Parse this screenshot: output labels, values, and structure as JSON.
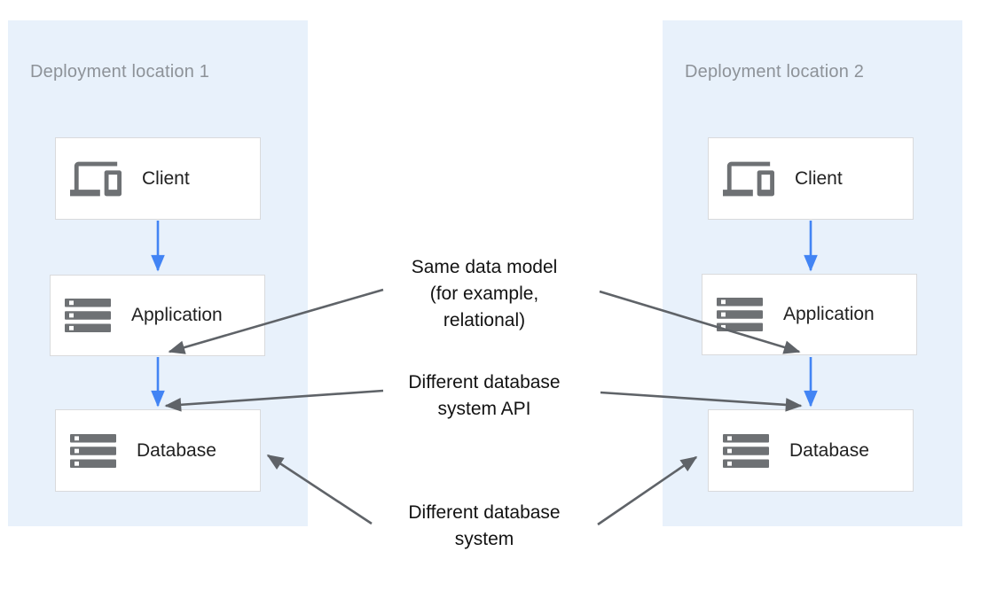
{
  "colors": {
    "region_fill": "#e8f1fb",
    "region_title": "#8d9298",
    "box_fill": "#ffffff",
    "box_border": "#d9dadc",
    "box_label": "#212121",
    "icon_gray": "#6e7174",
    "flow_arrow_blue": "#4284f4",
    "annotation_arrow_gray": "#5f6368",
    "annotation_text": "#121212"
  },
  "regions": [
    {
      "title": "Deployment location 1",
      "nodes": [
        {
          "label": "Client",
          "icon": "devices-icon"
        },
        {
          "label": "Application",
          "icon": "storage-stack-icon"
        },
        {
          "label": "Database",
          "icon": "storage-stack-icon"
        }
      ]
    },
    {
      "title": "Deployment location 2",
      "nodes": [
        {
          "label": "Client",
          "icon": "devices-icon"
        },
        {
          "label": "Application",
          "icon": "storage-stack-icon"
        },
        {
          "label": "Database",
          "icon": "storage-stack-icon"
        }
      ]
    }
  ],
  "annotations": [
    {
      "lines": [
        "Same data model",
        "(for example,",
        "relational)"
      ]
    },
    {
      "lines": [
        "Different database",
        "system API"
      ]
    },
    {
      "lines": [
        "Different database",
        "system"
      ]
    }
  ],
  "flow": [
    "client-to-application-location-1",
    "application-to-database-location-1",
    "client-to-application-location-2",
    "application-to-database-location-2"
  ]
}
